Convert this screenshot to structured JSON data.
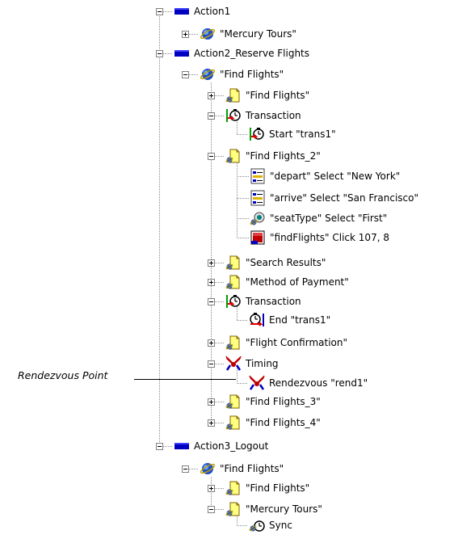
{
  "tree": [
    {
      "label": "Action1",
      "icon": "action-icon"
    },
    {
      "label": "\"Mercury Tours\"",
      "icon": "browser-icon"
    },
    {
      "label": "Action2_Reserve Flights",
      "icon": "action-icon"
    },
    {
      "label": "\"Find Flights\"",
      "icon": "browser-icon"
    },
    {
      "label": "\"Find Flights\"",
      "icon": "page-icon"
    },
    {
      "label": "Transaction",
      "icon": "transaction-icon"
    },
    {
      "label": "Start \"trans1\"",
      "icon": "start-transaction-icon"
    },
    {
      "label": "\"Find Flights_2\"",
      "icon": "page-icon"
    },
    {
      "label": "\"depart\" Select \"New York\"",
      "icon": "list-select-icon"
    },
    {
      "label": "\"arrive\" Select \"San Francisco\"",
      "icon": "list-select-icon"
    },
    {
      "label": "\"seatType\" Select \"First\"",
      "icon": "radio-select-icon"
    },
    {
      "label": "\"findFlights\" Click 107, 8",
      "icon": "image-click-icon"
    },
    {
      "label": "\"Search Results\"",
      "icon": "page-icon"
    },
    {
      "label": "\"Method of Payment\"",
      "icon": "page-icon"
    },
    {
      "label": "Transaction",
      "icon": "transaction-icon"
    },
    {
      "label": "End \"trans1\"",
      "icon": "end-transaction-icon"
    },
    {
      "label": "\"Flight Confirmation\"",
      "icon": "page-icon"
    },
    {
      "label": "Timing",
      "icon": "timing-icon"
    },
    {
      "label": "Rendezvous \"rend1\"",
      "icon": "rendezvous-icon"
    },
    {
      "label": "\"Find Flights_3\"",
      "icon": "page-icon"
    },
    {
      "label": "\"Find Flights_4\"",
      "icon": "page-icon"
    },
    {
      "label": "Action3_Logout",
      "icon": "action-icon"
    },
    {
      "label": "\"Find Flights\"",
      "icon": "browser-icon"
    },
    {
      "label": "\"Find Flights\"",
      "icon": "page-icon"
    },
    {
      "label": "\"Mercury Tours\"",
      "icon": "page-icon"
    },
    {
      "label": "Sync",
      "icon": "sync-icon"
    }
  ],
  "callout": {
    "label": "Rendezvous Point"
  }
}
